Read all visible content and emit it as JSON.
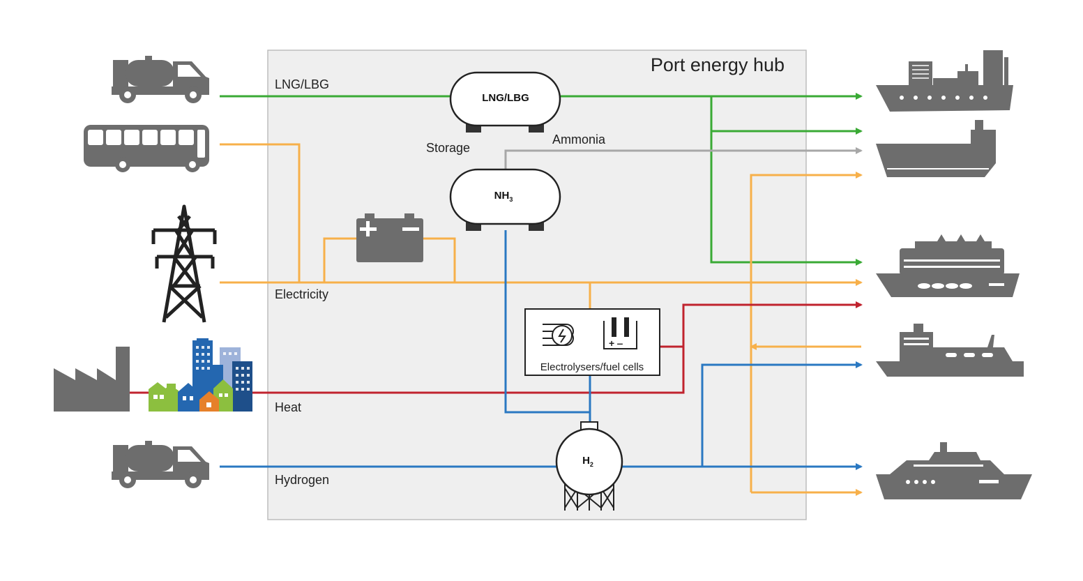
{
  "hub": {
    "title": "Port energy hub"
  },
  "labels": {
    "lng": "LNG/LBG",
    "electricity": "Electricity",
    "heat": "Heat",
    "hydrogen": "Hydrogen",
    "storage": "Storage",
    "ammonia": "Ammonia"
  },
  "tanks": {
    "lng": "LNG/LBG",
    "nh3_main": "NH",
    "nh3_sub": "3",
    "h2_main": "H",
    "h2_sub": "2"
  },
  "converter": {
    "caption": "Electrolysers/fuel cells"
  },
  "colors": {
    "lng": "#3aaa35",
    "electricity": "#f7b04a",
    "heat": "#c0232e",
    "hydrogen": "#2a78c2",
    "ammonia": "#a7a7a7",
    "icon": "#6d6d6d",
    "hub_fill": "#efefef",
    "hub_border": "#bdbdbd"
  },
  "icons": {
    "sources": [
      "lng-truck-icon",
      "bus-icon",
      "power-pylon-icon",
      "factory-icon",
      "city-buildings-icon",
      "hydrogen-truck-icon"
    ],
    "consumers": [
      "container-ship-icon",
      "tanker-ship-icon",
      "cruise-ship-icon",
      "ferry-icon",
      "yacht-icon"
    ],
    "equipment": [
      "battery-icon",
      "electrolyser-icon",
      "fuel-cell-icon"
    ]
  }
}
